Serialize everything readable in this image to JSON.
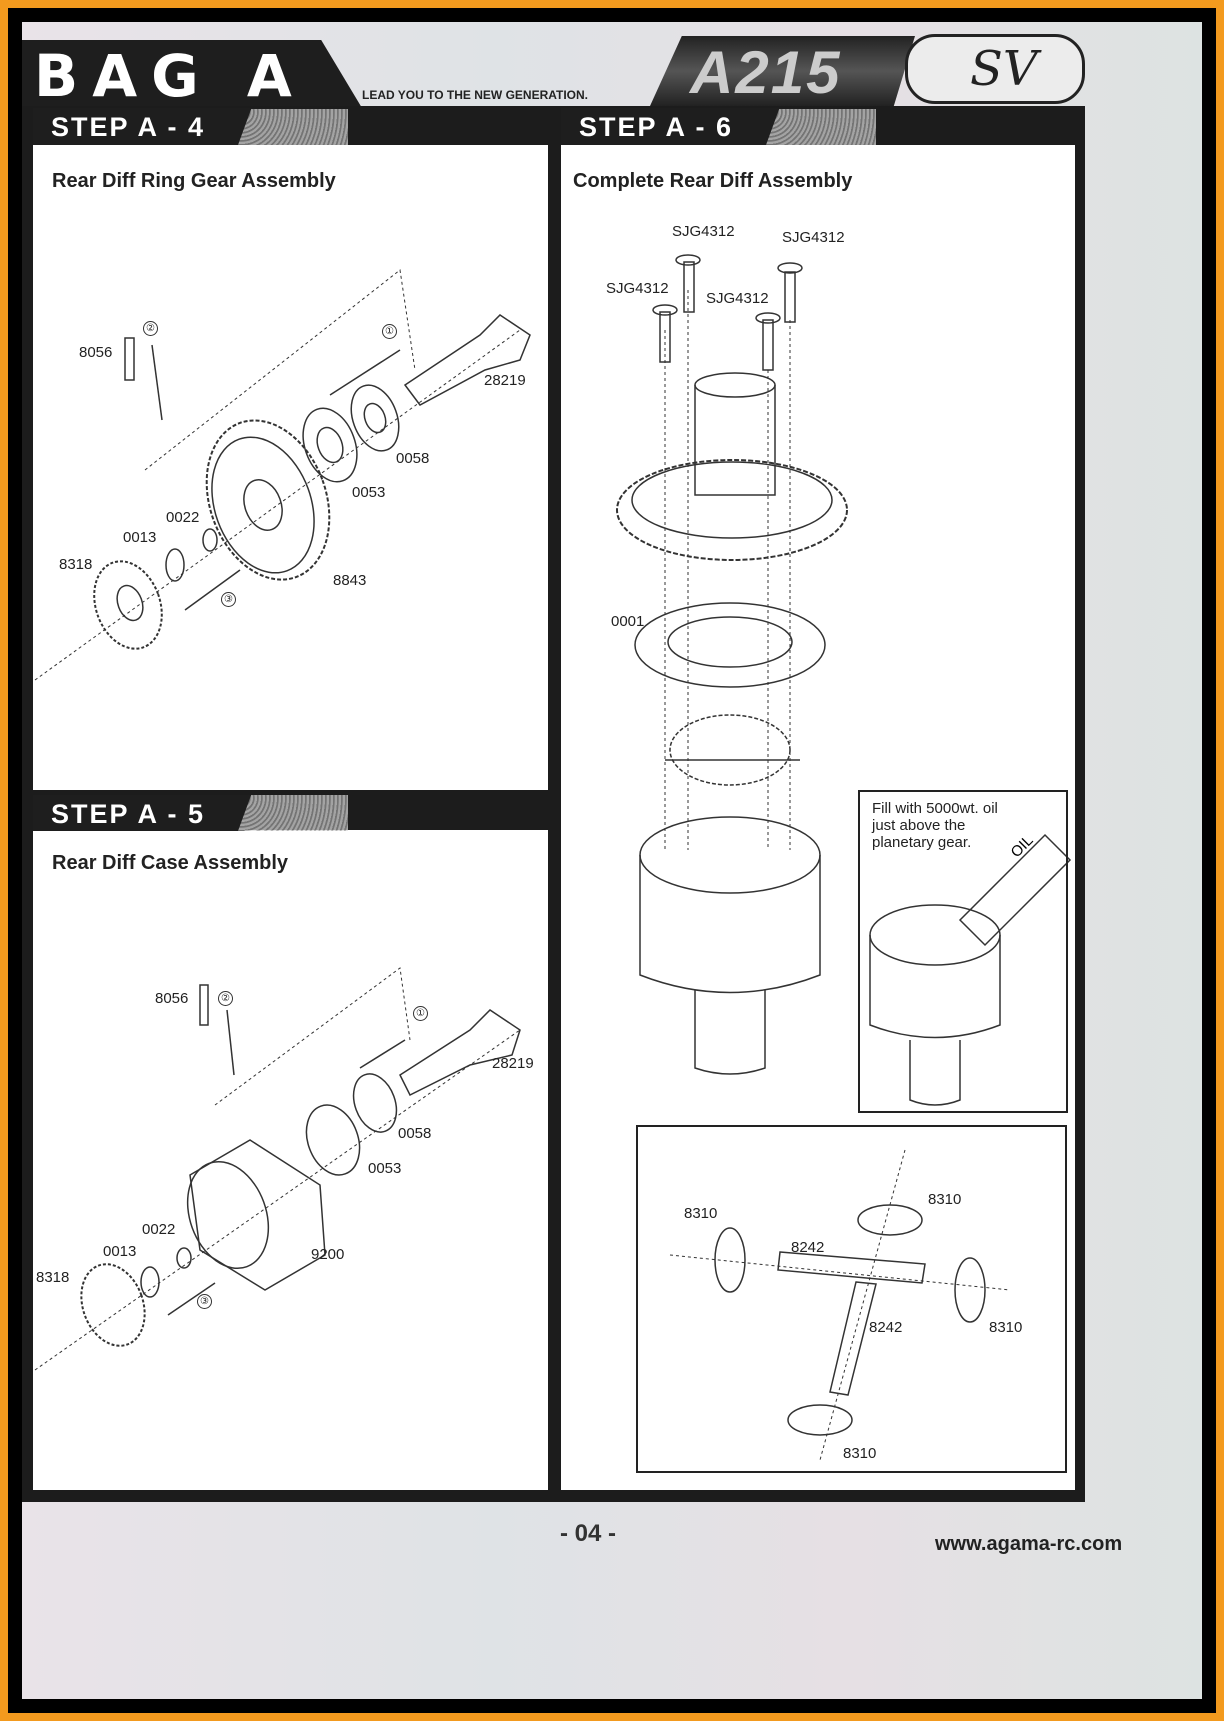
{
  "header": {
    "bag": "BAG A",
    "tagline": "LEAD YOU TO THE NEW GENERATION.",
    "logo_model": "A215",
    "logo_suffix": "SV"
  },
  "steps": [
    {
      "tab": "STEP A - 4",
      "title": "Rear Diff Ring Gear Assembly",
      "parts": [
        "8056",
        "28219",
        "0058",
        "0053",
        "0022",
        "0013",
        "8318",
        "8843"
      ],
      "order_marks": [
        "①",
        "②",
        "③"
      ]
    },
    {
      "tab": "STEP A - 5",
      "title": "Rear Diff Case Assembly",
      "parts": [
        "8056",
        "28219",
        "0058",
        "0053",
        "0022",
        "9200",
        "0013",
        "8318"
      ],
      "order_marks": [
        "①",
        "②",
        "③"
      ]
    },
    {
      "tab": "STEP A - 6",
      "title": "Complete Rear Diff Assembly",
      "parts": [
        "SJG4312",
        "SJG4312",
        "SJG4312",
        "SJG4312",
        "0001"
      ],
      "note": {
        "line1": "Fill with 5000wt. oil",
        "line2": "just above the",
        "line3": "planetary gear.",
        "bottle_label": "OIL"
      },
      "detail_parts": [
        "8310",
        "8310",
        "8242",
        "8310",
        "8242",
        "8310"
      ]
    }
  ],
  "footer": {
    "page": "- 04 -",
    "website": "www.agama-rc.com"
  },
  "colors": {
    "border": "#f39a1e",
    "frame": "#1c1c1c"
  }
}
